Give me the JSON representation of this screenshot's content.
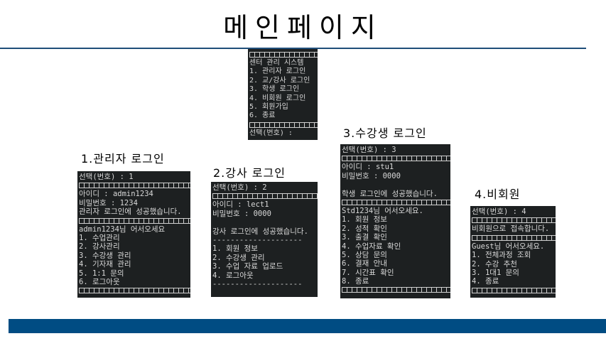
{
  "page": {
    "title": "메인페이지"
  },
  "colors": {
    "rule": "#1f4e79",
    "footer_bar": "#004c83",
    "console_bg": "#1d2021",
    "console_text": "#d8d8d8"
  },
  "main_menu": {
    "lines": [
      {
        "type": "sep"
      },
      {
        "type": "text",
        "text": "센터 관리 시스템"
      },
      {
        "type": "text",
        "text": "1. 관리자 로그인"
      },
      {
        "type": "text",
        "text": "2. 교/강사 로그인"
      },
      {
        "type": "text",
        "text": "3. 학생 로그인"
      },
      {
        "type": "text",
        "text": "4. 비회원 로그인"
      },
      {
        "type": "text",
        "text": "5. 회원가입"
      },
      {
        "type": "text",
        "text": "6. 종료"
      },
      {
        "type": "sep"
      },
      {
        "type": "text",
        "text": "선택(번호) :"
      }
    ]
  },
  "admin": {
    "caption": "1.관리자 로그인",
    "lines": [
      {
        "type": "text",
        "text": "선택(번호) : 1"
      },
      {
        "type": "sep"
      },
      {
        "type": "text",
        "text": "아이디 : admin1234"
      },
      {
        "type": "text",
        "text": "비밀번호 : 1234"
      },
      {
        "type": "text",
        "text": "관리자 로그인에 성공했습니다."
      },
      {
        "type": "sep"
      },
      {
        "type": "text",
        "text": "admin1234님 어서오세요"
      },
      {
        "type": "text",
        "text": "1. 수업관리"
      },
      {
        "type": "text",
        "text": "2. 강사관리"
      },
      {
        "type": "text",
        "text": "3. 수강생 관리"
      },
      {
        "type": "text",
        "text": "4. 기자재 관리"
      },
      {
        "type": "text",
        "text": "5. 1:1 문의"
      },
      {
        "type": "text",
        "text": "6. 로그아웃"
      },
      {
        "type": "sep"
      }
    ]
  },
  "instructor": {
    "caption": "2.강사 로그인",
    "lines": [
      {
        "type": "text",
        "text": "선택(번호) : 2"
      },
      {
        "type": "sep"
      },
      {
        "type": "text",
        "text": "아이디 : lect1"
      },
      {
        "type": "text",
        "text": "비밀번호 : 0000"
      },
      {
        "type": "blank"
      },
      {
        "type": "text",
        "text": "강사 로그인에 성공했습니다."
      },
      {
        "type": "dash",
        "text": "--------------------"
      },
      {
        "type": "text",
        "text": "1. 회원 정보"
      },
      {
        "type": "text",
        "text": "2. 수강생 관리"
      },
      {
        "type": "text",
        "text": "3. 수업 자료 업로드"
      },
      {
        "type": "text",
        "text": "4. 로그아웃"
      },
      {
        "type": "dash",
        "text": "--------------------"
      }
    ]
  },
  "student": {
    "caption": "3.수강생 로그인",
    "lines": [
      {
        "type": "text",
        "text": "선택(번호) : 3"
      },
      {
        "type": "sep"
      },
      {
        "type": "text",
        "text": "아이디 : stu1"
      },
      {
        "type": "text",
        "text": "비밀번호 : 0000"
      },
      {
        "type": "blank"
      },
      {
        "type": "text",
        "text": "학생 로그인에 성공했습니다."
      },
      {
        "type": "sep"
      },
      {
        "type": "text",
        "text": "Std1234님 어서오세요."
      },
      {
        "type": "text",
        "text": "1. 회원 정보"
      },
      {
        "type": "text",
        "text": "2. 성적 확인"
      },
      {
        "type": "text",
        "text": "3. 출결 확인"
      },
      {
        "type": "text",
        "text": "4. 수업자료 확인"
      },
      {
        "type": "text",
        "text": "5. 상담 문의"
      },
      {
        "type": "text",
        "text": "6. 결재 안내"
      },
      {
        "type": "text",
        "text": "7. 시간표 확인"
      },
      {
        "type": "text",
        "text": "8. 종료"
      },
      {
        "type": "sep"
      }
    ]
  },
  "guest": {
    "caption": "4.비회원",
    "lines": [
      {
        "type": "text",
        "text": "선택(번호) : 4"
      },
      {
        "type": "sep"
      },
      {
        "type": "text",
        "text": "비회원으로 접속합니다."
      },
      {
        "type": "sep"
      },
      {
        "type": "text",
        "text": "Guest님 어서오세요."
      },
      {
        "type": "text",
        "text": "1. 전체과정 조회"
      },
      {
        "type": "text",
        "text": "2. 수강 추천"
      },
      {
        "type": "text",
        "text": "3. 1대1 문의"
      },
      {
        "type": "text",
        "text": "4. 종료"
      },
      {
        "type": "sep"
      }
    ]
  }
}
